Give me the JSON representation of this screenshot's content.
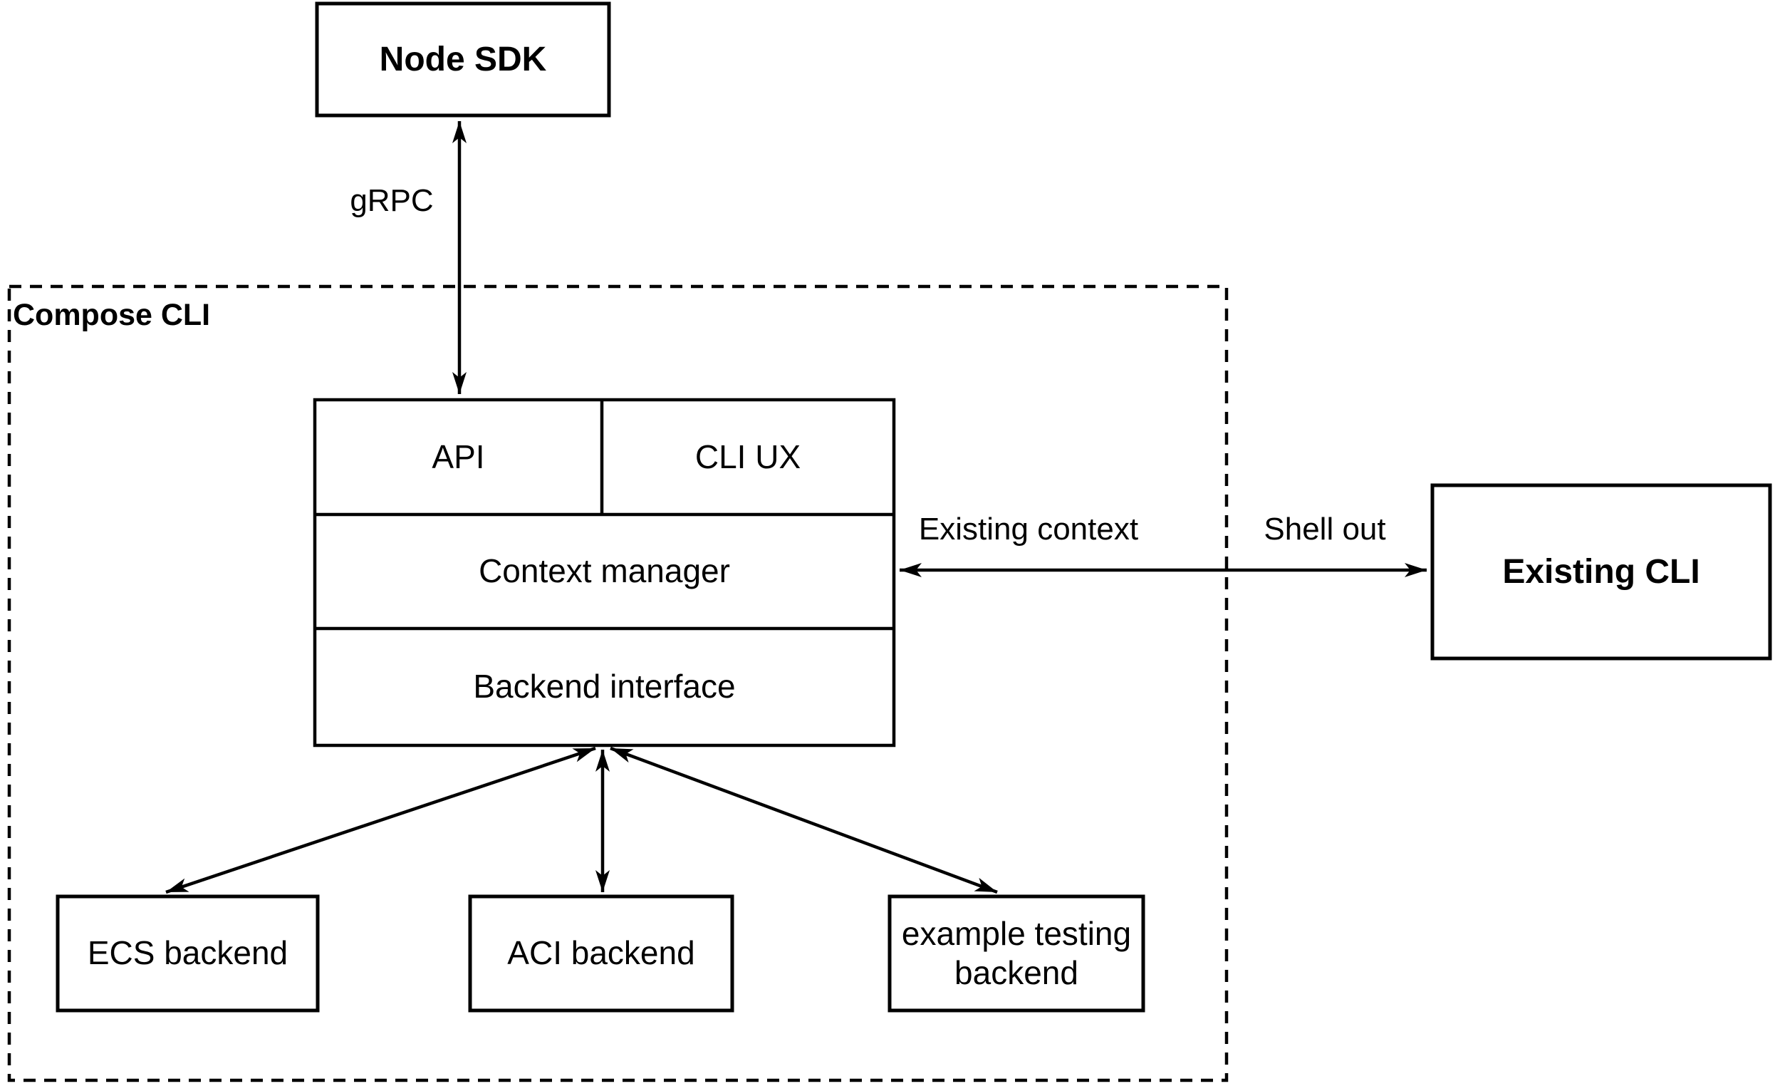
{
  "diagram": {
    "type": "architecture-diagram",
    "container_label": "Compose CLI",
    "nodes": {
      "node_sdk": "Node SDK",
      "api": "API",
      "cli_ux": "CLI UX",
      "context_manager": "Context manager",
      "backend_interface": "Backend interface",
      "existing_cli": "Existing CLI",
      "ecs_backend": "ECS backend",
      "aci_backend": "ACI backend",
      "example_testing_backend": "example testing backend"
    },
    "edge_labels": {
      "grpc": "gRPC",
      "existing_context": "Existing context",
      "shell_out": "Shell out"
    },
    "edges": [
      {
        "from": "Node SDK",
        "to": "API",
        "label": "gRPC",
        "bidirectional": true
      },
      {
        "from": "Context manager",
        "to": "Existing CLI",
        "labels": [
          "Existing context",
          "Shell out"
        ],
        "bidirectional": true
      },
      {
        "from": "Backend interface",
        "to": "ECS backend",
        "bidirectional": true
      },
      {
        "from": "Backend interface",
        "to": "ACI backend",
        "bidirectional": true
      },
      {
        "from": "Backend interface",
        "to": "example testing backend",
        "bidirectional": true
      }
    ],
    "colors": {
      "stroke": "#000000",
      "background": "#ffffff",
      "fill": "#ffffff"
    }
  }
}
